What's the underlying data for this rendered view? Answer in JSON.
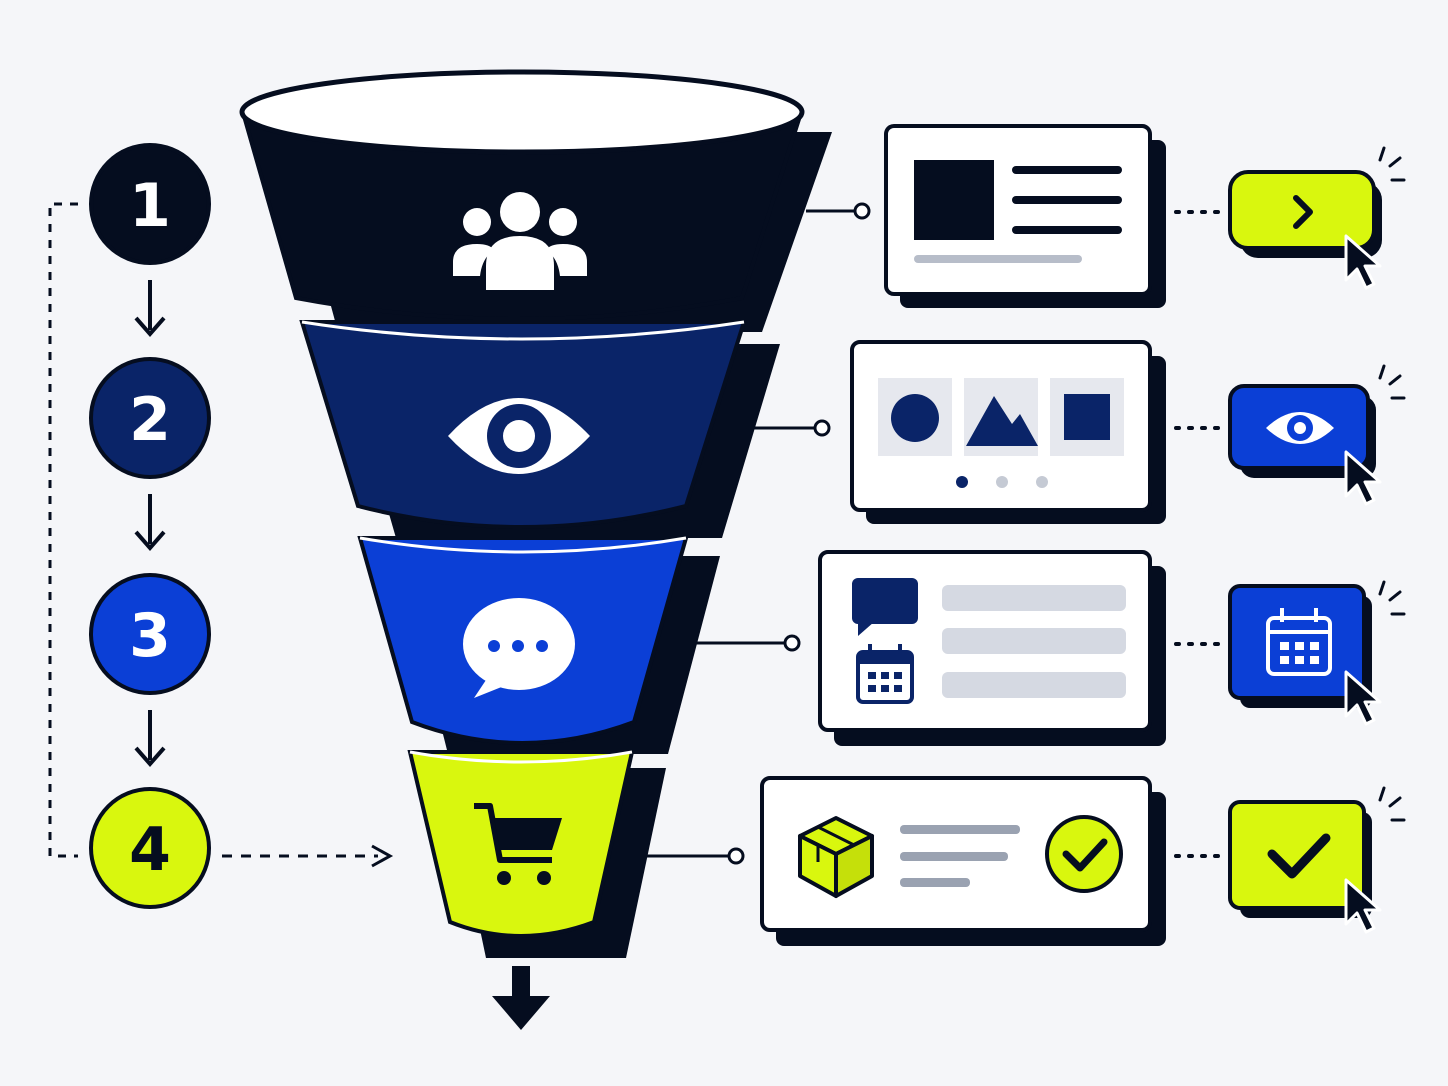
{
  "colors": {
    "background": "#f5f6f9",
    "ink": "#050d1f",
    "navy": "#0a2468",
    "blue": "#0b3fd6",
    "lime": "#d9f70e",
    "gray_card": "#e6e8ee",
    "gray_bar": "#d5d9e2",
    "white": "#ffffff"
  },
  "steps": [
    {
      "number": "1",
      "color": "#050d1f",
      "text_color": "#ffffff",
      "stage_icon": "users-icon",
      "card_icon": "image-text-card",
      "action_icon": "chevron-right-icon"
    },
    {
      "number": "2",
      "color": "#0a2468",
      "text_color": "#ffffff",
      "stage_icon": "eye-icon",
      "card_icon": "gallery-card",
      "action_icon": "eye-icon"
    },
    {
      "number": "3",
      "color": "#0b3fd6",
      "text_color": "#ffffff",
      "stage_icon": "chat-bubble-icon",
      "card_icon": "chat-calendar-card",
      "action_icon": "calendar-icon"
    },
    {
      "number": "4",
      "color": "#d9f70e",
      "text_color": "#050d1f",
      "stage_icon": "shopping-cart-icon",
      "card_icon": "package-check-card",
      "action_icon": "checkmark-icon"
    }
  ]
}
